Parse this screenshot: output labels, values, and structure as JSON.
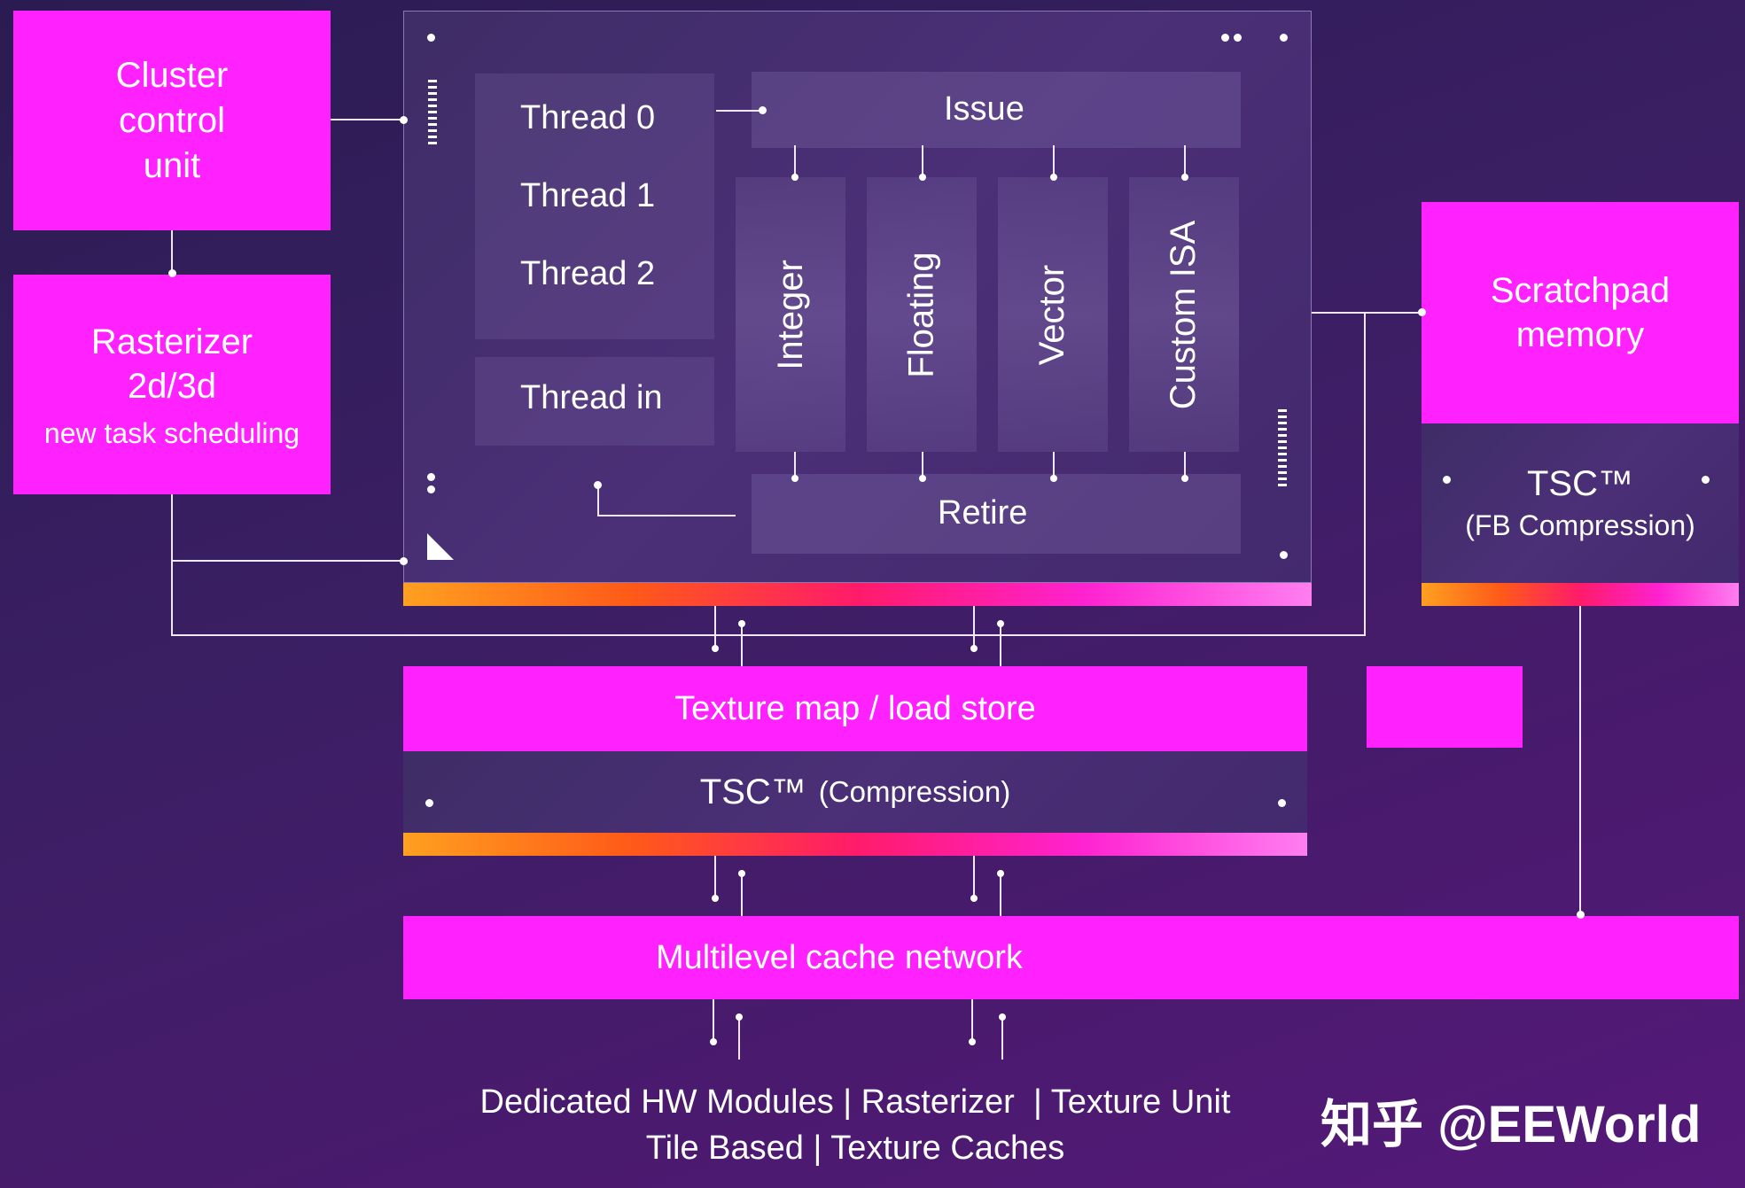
{
  "blocks": {
    "cluster_control": [
      "Cluster",
      "control",
      "unit"
    ],
    "rasterizer": [
      "Rasterizer",
      "2d/3d",
      "new task scheduling"
    ],
    "scratchpad": [
      "Scratchpad",
      "memory"
    ],
    "tsc_fb": [
      "TSC™",
      "(FB Compression)"
    ],
    "texture_map": "Texture map / load store",
    "tsc_main": "TSC™",
    "tsc_main_sub": "(Compression)",
    "cache": "Multilevel cache network"
  },
  "core": {
    "threads": [
      "Thread 0",
      "Thread 1",
      "Thread 2"
    ],
    "thread_in": "Thread in",
    "issue": "Issue",
    "retire": "Retire",
    "units": [
      "Integer",
      "Floating",
      "Vector",
      "Custom ISA"
    ]
  },
  "footer": {
    "line1": "Dedicated HW Modules | Rasterizer  | Texture Unit",
    "line2": "Tile Based | Texture Caches"
  },
  "watermark": "知乎 @EEWorld",
  "colors": {
    "block": "#ff22ff",
    "background": "#3a1f63",
    "gradient_bar": [
      "#ffa020",
      "#ff1b6a",
      "#ff7ef0"
    ]
  }
}
